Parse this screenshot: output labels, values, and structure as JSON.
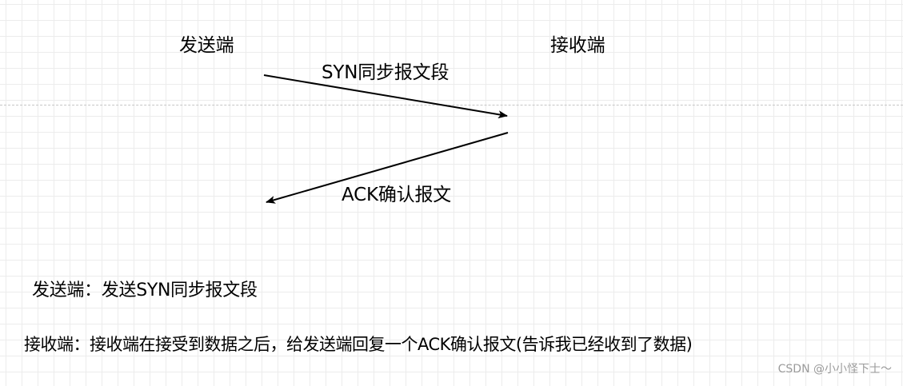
{
  "diagram": {
    "sender_label": "发送端",
    "receiver_label": "接收端",
    "syn_label": "SYN同步报文段",
    "ack_label": "ACK确认报文"
  },
  "notes": {
    "sender_note": "发送端：发送SYN同步报文段",
    "receiver_note": "接收端：接收端在接受到数据之后，给发送端回复一个ACK确认报文(告诉我已经收到了数据)"
  },
  "watermark": "CSDN @小小怪下士～",
  "colors": {
    "background": "#ffffff",
    "grid": "#ececec",
    "dashed_line": "#c6c6c6",
    "arrow": "#000000",
    "text": "#000000",
    "watermark": "#9a9a9a"
  }
}
